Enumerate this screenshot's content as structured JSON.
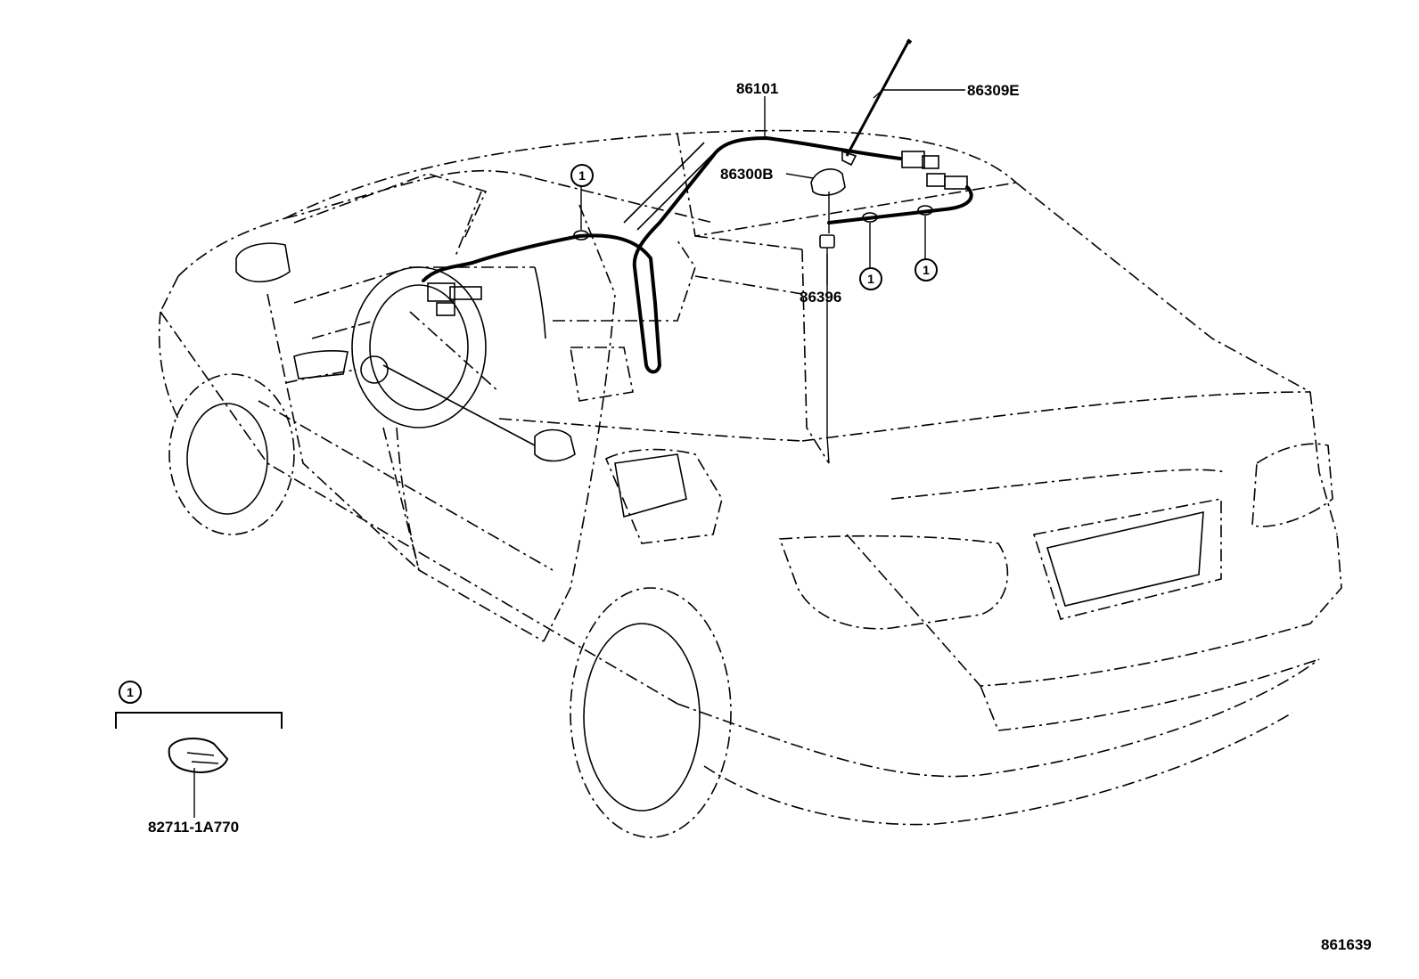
{
  "parts": {
    "feeder_cable": "86101",
    "antenna_rod": "86309E",
    "antenna_base": "86300B",
    "antenna_pad": "86396",
    "clamp": "82711-1A770"
  },
  "callout_marker": "1",
  "kit_group_marker": "1",
  "diagram_ref": "861639"
}
